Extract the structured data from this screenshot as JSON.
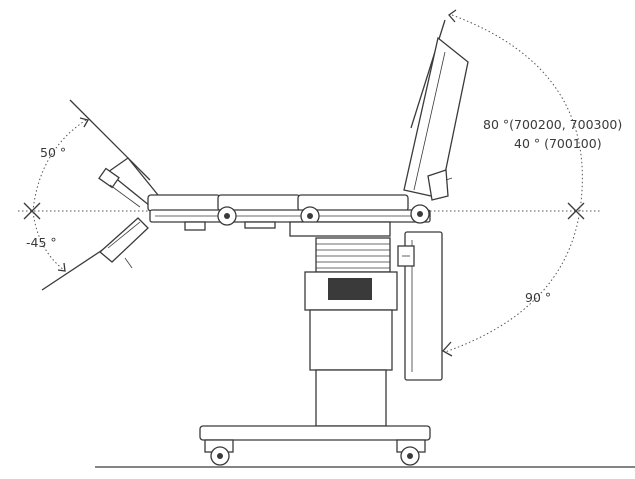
{
  "labels": {
    "head_up": "50 °",
    "head_down": "-45 °",
    "back_up_line1": "80 °(700200, 700300)",
    "back_up_line2": "40 ° (700100)",
    "back_down": "90 °"
  },
  "colors": {
    "line": "#3a3a3a",
    "background": "#ffffff"
  }
}
